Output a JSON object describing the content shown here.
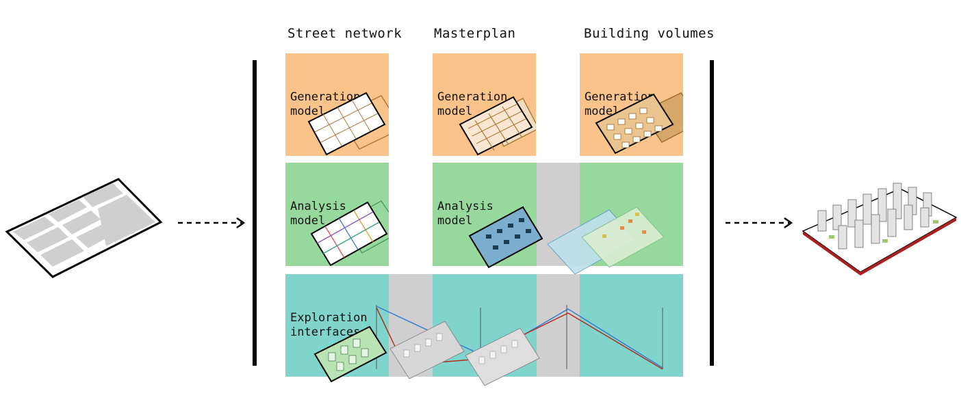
{
  "columns": {
    "street": "Street network",
    "masterplan": "Masterplan",
    "volumes": "Building volumes"
  },
  "rows": {
    "generation": [
      "Generation",
      "model"
    ],
    "analysis": [
      "Analysis",
      "model"
    ],
    "exploration": [
      "Exploration",
      "interfaces"
    ]
  },
  "colors": {
    "generation": "#f9c38a",
    "analysis": "#97d99c",
    "exploration": "#7fd4cb",
    "gap": "#cfcfcf",
    "frame": "#000000"
  },
  "icons": {
    "input": "street-map-icon",
    "output": "city-model-icon",
    "arrows": "dashed-arrow-icon"
  }
}
